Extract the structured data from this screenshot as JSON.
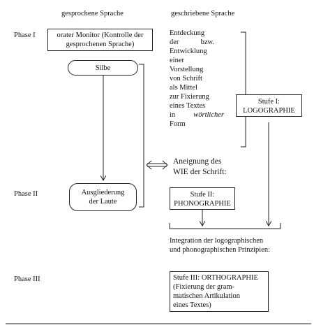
{
  "columns": {
    "spoken": "gesprochene Sprache",
    "written": "geschriebene Sprache"
  },
  "phases": {
    "phase1": "Phase I",
    "phase2": "Phase II",
    "phase3": "Phase III"
  },
  "boxes": {
    "monitor_line1": "orater Monitor (Kontrolle der",
    "monitor_line2": "gesprochenen Sprache)",
    "silbe": "Silbe",
    "ausgliederung_line1": "Ausgliederung",
    "ausgliederung_line2": "der Laute",
    "stufe1_line1": "Stufe I:",
    "stufe1_line2": "LOGOGRAPHIE",
    "stufe2_line1": "Stufe II:",
    "stufe2_line2": "PHONOGRAPHIE",
    "stufe3_line1": "Stufe III: ORTHOGRAPHIE",
    "stufe3_line2": "(Fixierung der gram-",
    "stufe3_line3": "matischen Artikulation",
    "stufe3_line4": "eines Textes)"
  },
  "discovery_text": {
    "l1": "Entdeckung",
    "l2a": "der",
    "l2b": "bzw.",
    "l3": "Entwicklung",
    "l4": "einer",
    "l5": "Vorstellung",
    "l6": "von Schrift",
    "l7": "als Mittel",
    "l8": "zur Fixierung",
    "l9": "eines Textes",
    "l10a": "in",
    "l10b": "wörtlicher",
    "l11": "Form"
  },
  "aneignung": {
    "l1": "Aneignung des",
    "l2": "WIE der Schrift:"
  },
  "integration": {
    "l1": "Integration der logographischen",
    "l2": "und phonographischen Prinzipien:"
  }
}
